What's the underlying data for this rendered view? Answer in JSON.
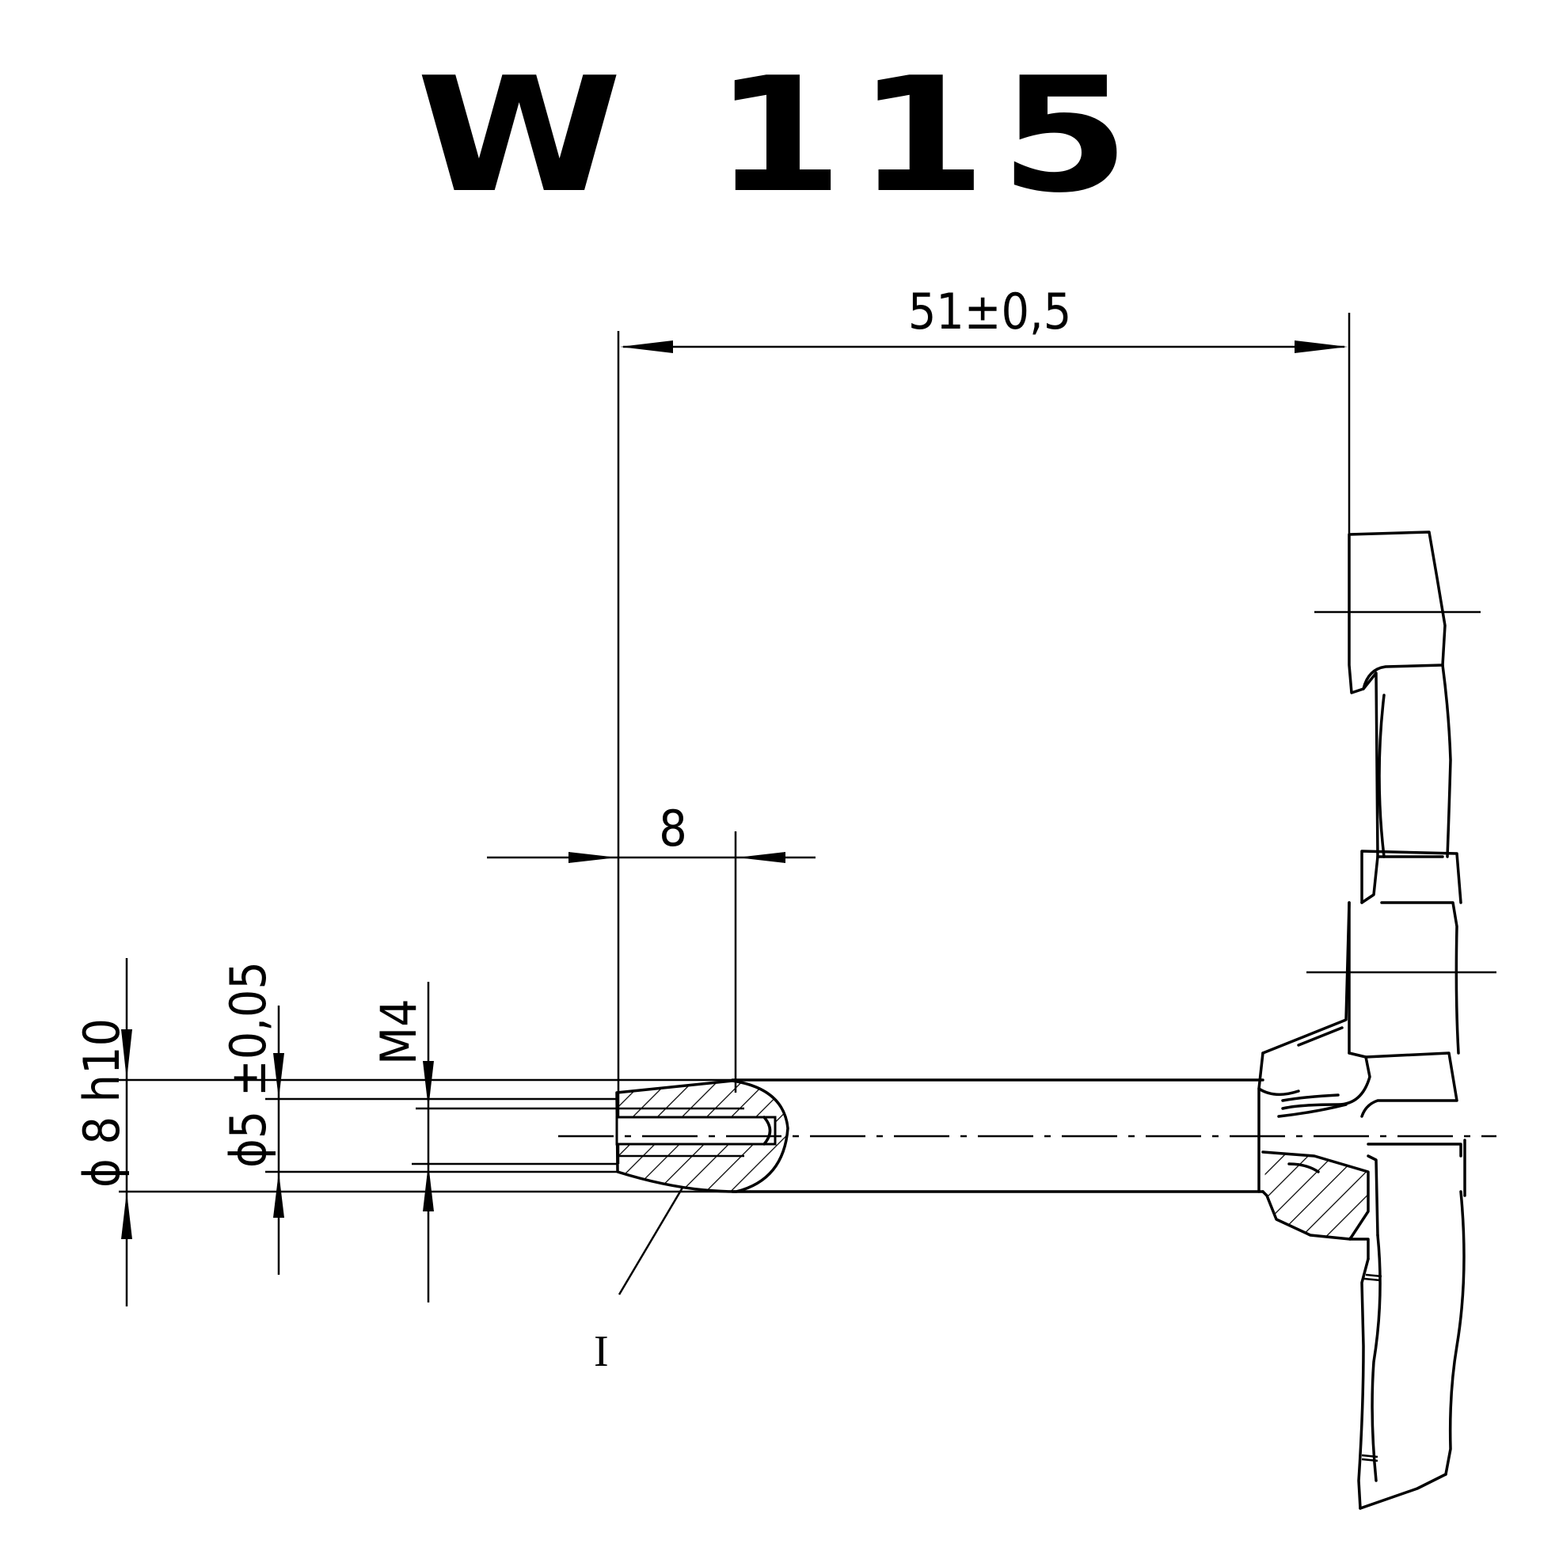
{
  "title": "W 115",
  "dimensions": {
    "overall_length": "51±0,5",
    "thread_depth": "8",
    "shaft_diameter": "ϕ 8 h10",
    "bore_diameter": "ϕ5 ±0,05",
    "thread": "M4"
  },
  "detail_marker": "I"
}
